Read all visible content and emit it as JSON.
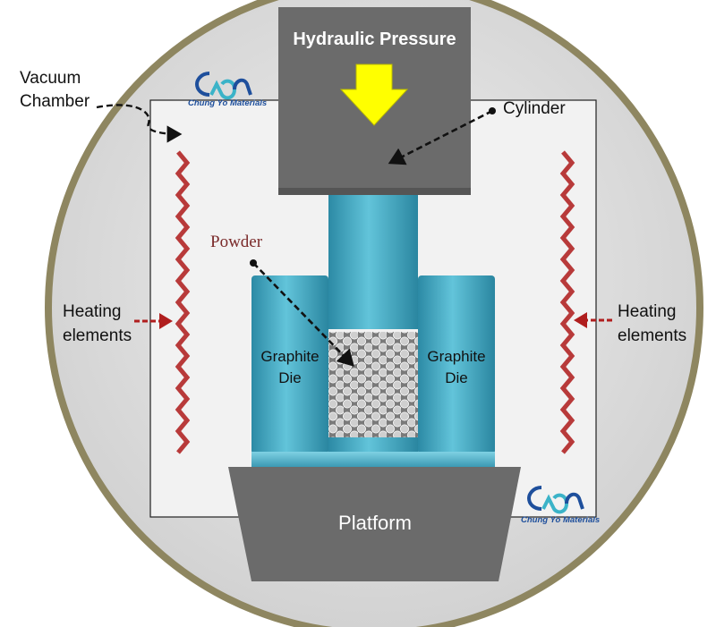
{
  "labels": {
    "hydraulic_pressure": "Hydraulic Pressure",
    "cylinder": "Cylinder",
    "vacuum_chamber": [
      "Vacuum",
      "Chamber"
    ],
    "powder": "Powder",
    "heating_left": [
      "Heating",
      "elements"
    ],
    "heating_right": [
      "Heating",
      "elements"
    ],
    "die_left": [
      "Graphite",
      "Die"
    ],
    "die_right": [
      "Graphite",
      "Die"
    ],
    "platform": "Platform"
  },
  "logo": {
    "company": "Chung Yo Materials"
  },
  "colors": {
    "outer_ring": "#8e8660",
    "chamber_fill": "#dcdcdc",
    "press_gray": "#6b6b6b",
    "graphite_teal": "#3aa3bd",
    "arrow_yellow": "#ffff00",
    "heater_red": "#b83a3a",
    "powder_label": "#7a2a2a",
    "logo_blue": "#1e4f9c",
    "logo_teal": "#3bb3c8"
  }
}
